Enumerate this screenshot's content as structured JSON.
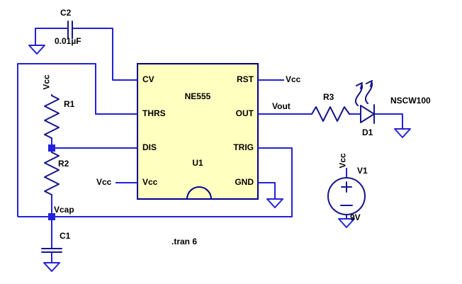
{
  "colors": {
    "canvas": "#ffffff",
    "wire": "#2222d8",
    "body": "#16168c",
    "ic_fill": "#ffffc0",
    "ic_border": "#00008b",
    "text": "#000000"
  },
  "labels": {
    "c2_ref": "C2",
    "c2_value": "0.01µF",
    "net_vcc_r1": "Vcc",
    "r1_ref": "R1",
    "r2_ref": "R2",
    "net_vcap": "Vcap",
    "c1_ref": "C1",
    "net_vcc_pin8": "Vcc",
    "net_vcc_rst": "Vcc",
    "net_vout": "Vout",
    "r3_ref": "R3",
    "d1_ref": "D1",
    "d1_part": "NSCW100",
    "v1_ref": "V1",
    "v1_value": "9V",
    "net_vcc_v1": "Vcc",
    "directive": ".tran 6"
  },
  "ic": {
    "name": "NE555",
    "ref": "U1",
    "pin_cv": "CV",
    "pin_thrs": "THRS",
    "pin_dis": "DIS",
    "pin_vcc": "Vcc",
    "pin_rst": "RST",
    "pin_out": "OUT",
    "pin_trig": "TRIG",
    "pin_gnd": "GND"
  }
}
